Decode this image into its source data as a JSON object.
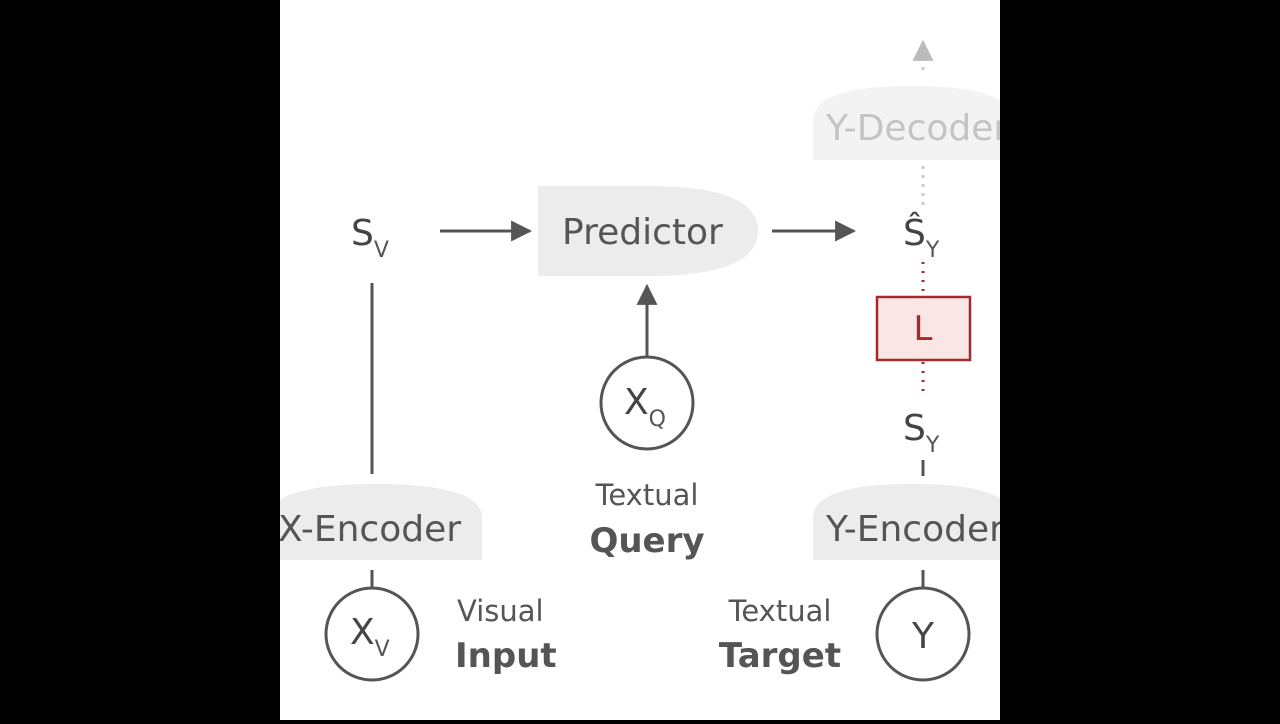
{
  "blocks": {
    "predictor": "Predictor",
    "x_encoder": "X-Encoder",
    "y_encoder": "Y-Encoder",
    "y_decoder": "Y-Decoder"
  },
  "symbols": {
    "s_v": {
      "main": "S",
      "sub": "V"
    },
    "s_y_hat": {
      "main": "Ŝ",
      "sub": "Y"
    },
    "s_y": {
      "main": "S",
      "sub": "Y"
    },
    "loss": "L",
    "x_q": {
      "main": "X",
      "sub": "Q"
    },
    "x_v": {
      "main": "X",
      "sub": "V"
    },
    "y": "Y"
  },
  "captions": {
    "textual_query": {
      "line1": "Textual",
      "line2": "Query"
    },
    "visual_input": {
      "line1": "Visual",
      "line2": "Input"
    },
    "textual_target": {
      "line1": "Textual",
      "line2": "Target"
    }
  },
  "colors": {
    "panel": "#ffffff",
    "block_fill": "#ececec",
    "block_fill_faded": "#f3f3f3",
    "ink": "#555555",
    "loss_border": "#a52a2a",
    "loss_fill": "#fbe6e6",
    "loss_text": "#a52a2a"
  }
}
